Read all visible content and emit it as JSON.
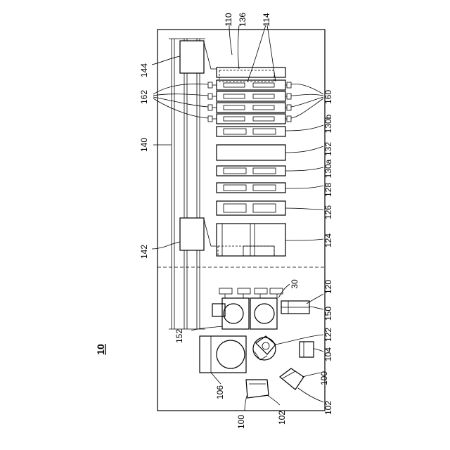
{
  "figure": {
    "number": "10",
    "labels": {
      "l110": "110",
      "l136": "136",
      "l114": "114",
      "l144": "144",
      "l162": "162",
      "l160": "160",
      "l130b": "130b",
      "l140": "140",
      "l132": "132",
      "l130a": "130a",
      "l128": "128",
      "l126": "126",
      "l124": "124",
      "l142": "142",
      "l30": "30",
      "l120": "120",
      "l150": "150",
      "l152": "152",
      "l122": "122",
      "l104": "104",
      "l106": "106",
      "l100a": "100",
      "l102a": "102",
      "l100b": "100",
      "l102b": "102"
    }
  }
}
